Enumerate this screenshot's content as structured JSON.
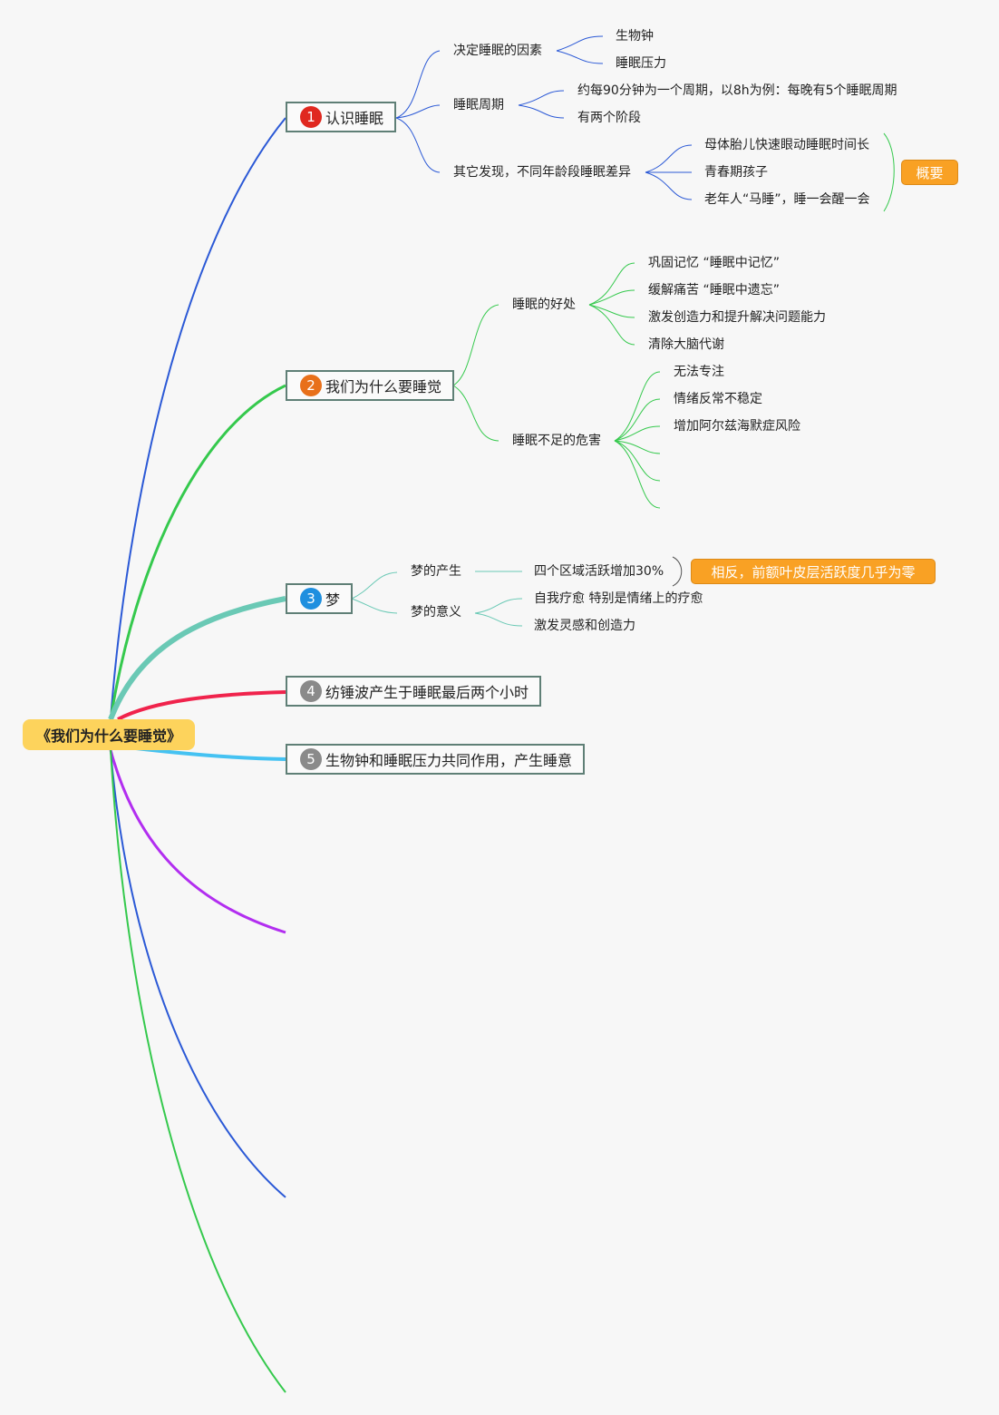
{
  "root": {
    "title": "《我们为什么要睡觉》"
  },
  "branches": [
    {
      "number": "1",
      "label": "认识睡眠",
      "badge_color": "#e0281f",
      "line_color": "#2b59d6"
    },
    {
      "number": "2",
      "label": "我们为什么要睡觉",
      "badge_color": "#e8701a",
      "line_color": "#35c94d"
    },
    {
      "number": "3",
      "label": "梦",
      "badge_color": "#1e8fdf",
      "line_color": "#6ac9b5"
    },
    {
      "number": "4",
      "label": "纺锤波产生于睡眠最后两个小时",
      "badge_color": "#8a8a8a",
      "line_color": "#f0234c"
    },
    {
      "number": "5",
      "label": "生物钟和睡眠压力共同作用，产生睡意",
      "badge_color": "#8a8a8a",
      "line_color": "#45c2f2"
    }
  ],
  "extra_branch_colors": [
    "#b22ef0",
    "#2b59d6",
    "#35c94d"
  ],
  "b1": {
    "factors": "决定睡眠的因素",
    "factor_items": [
      "生物钟",
      "睡眠压力"
    ],
    "cycle": "睡眠周期",
    "cycle_items": [
      "约每90分钟为一个周期，以8h为例：每晚有5个睡眠周期",
      "有两个阶段"
    ],
    "age": "其它发现，不同年龄段睡眠差异",
    "age_items": [
      "母体胎儿快速眼动睡眠时间长",
      "青春期孩子",
      "老年人“马睡”，睡一会醒一会"
    ],
    "summary": "概要"
  },
  "b2": {
    "benefits": "睡眠的好处",
    "benefit_items": [
      "巩固记忆 “睡眠中记忆”",
      "缓解痛苦 “睡眠中遗忘”",
      "激发创造力和提升解决问题能力",
      "清除大脑代谢"
    ],
    "harms": "睡眠不足的危害",
    "harm_items": [
      "无法专注",
      "情绪反常不稳定",
      "增加阿尔兹海默症风险"
    ]
  },
  "b3": {
    "origin": "梦的产生",
    "origin_item": "四个区域活跃增加30%",
    "origin_summary": "相反，前额叶皮层活跃度几乎为零",
    "meaning": "梦的意义",
    "meaning_items": [
      "自我疗愈 特别是情绪上的疗愈",
      "激发灵感和创造力"
    ]
  },
  "colors": {
    "root_fill": "#fdd35c",
    "summary_fill": "#f9a124",
    "b1_sub": "#2b59d6",
    "b2_sub": "#35c94d",
    "b3_sub": "#6ac9b5"
  }
}
